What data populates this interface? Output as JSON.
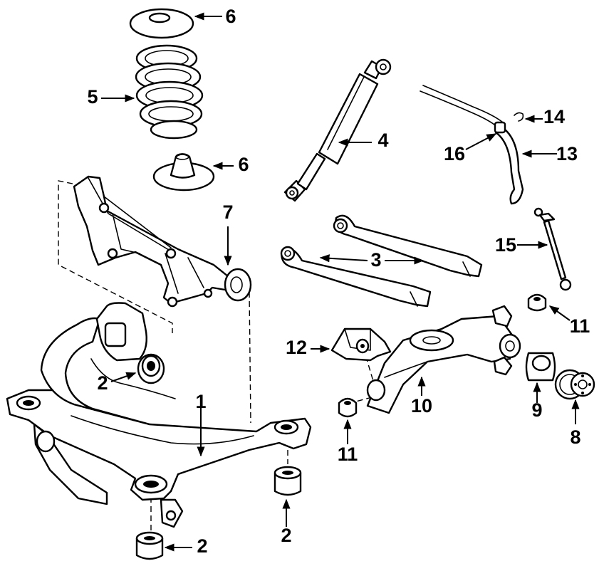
{
  "diagram": {
    "callouts": [
      {
        "id": "c1",
        "text": "1"
      },
      {
        "id": "c2a",
        "text": "2"
      },
      {
        "id": "c2b",
        "text": "2"
      },
      {
        "id": "c2c",
        "text": "2"
      },
      {
        "id": "c3",
        "text": "3"
      },
      {
        "id": "c4",
        "text": "4"
      },
      {
        "id": "c5",
        "text": "5"
      },
      {
        "id": "c6a",
        "text": "6"
      },
      {
        "id": "c6b",
        "text": "6"
      },
      {
        "id": "c7",
        "text": "7"
      },
      {
        "id": "c8",
        "text": "8"
      },
      {
        "id": "c9",
        "text": "9"
      },
      {
        "id": "c10",
        "text": "10"
      },
      {
        "id": "c11a",
        "text": "11"
      },
      {
        "id": "c11b",
        "text": "11"
      },
      {
        "id": "c12",
        "text": "12"
      },
      {
        "id": "c13",
        "text": "13"
      },
      {
        "id": "c14",
        "text": "14"
      },
      {
        "id": "c15",
        "text": "15"
      },
      {
        "id": "c16",
        "text": "16"
      }
    ]
  }
}
